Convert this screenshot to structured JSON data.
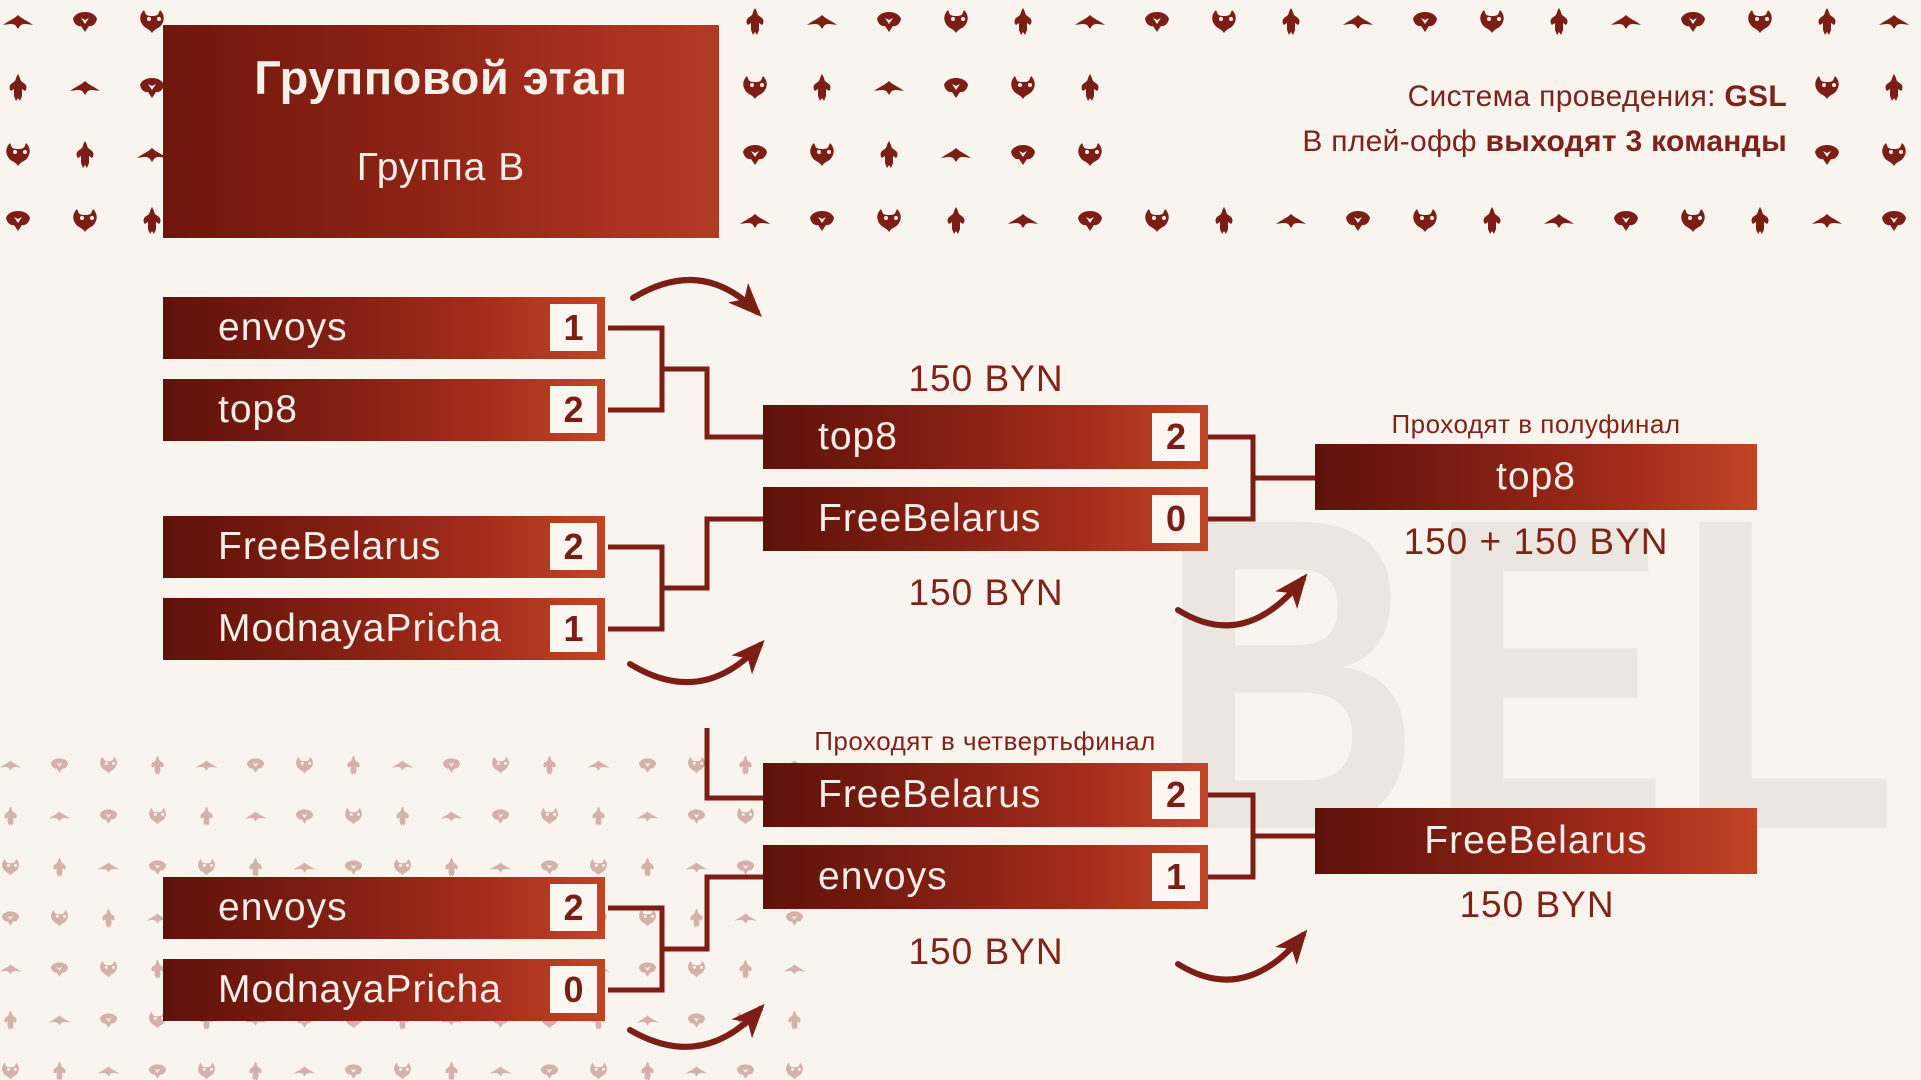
{
  "header": {
    "title": "Групповой этап",
    "group": "Группа B",
    "system_prefix": "Система проведения: ",
    "system_bold": "GSL",
    "playoff_prefix": "В плей-офф ",
    "playoff_bold": "выходят 3 команды"
  },
  "watermark": "BEL",
  "labels": {
    "to_semifinal": "Проходят в полуфинал",
    "to_quarterfinal": "Проходят в четвертьфинал"
  },
  "prizes": {
    "upper_match": "150 BYN",
    "upper_match_lower": "150 BYN",
    "semifinal_winner": "150 + 150 BYN",
    "quarterfinal_match": "150 BYN",
    "final_winner": "150 BYN"
  },
  "matches": {
    "r1_top": [
      {
        "team": "envoys",
        "score": "1"
      },
      {
        "team": "top8",
        "score": "2"
      }
    ],
    "r1_mid": [
      {
        "team": "FreeBelarus",
        "score": "2"
      },
      {
        "team": "ModnayaPricha",
        "score": "1"
      }
    ],
    "r1_bottom": [
      {
        "team": "envoys",
        "score": "2"
      },
      {
        "team": "ModnayaPricha",
        "score": "0"
      }
    ],
    "r2_upper": [
      {
        "team": "top8",
        "score": "2"
      },
      {
        "team": "FreeBelarus",
        "score": "0"
      }
    ],
    "r2_lower": [
      {
        "team": "FreeBelarus",
        "score": "2"
      },
      {
        "team": "envoys",
        "score": "1"
      }
    ],
    "winner_semifinal": "top8",
    "winner_final": "FreeBelarus"
  },
  "colors": {
    "background": "#faf4ee",
    "dark_red": "#7c1e15",
    "text_red": "#82231a",
    "bar_gradient_start": "#5e120b",
    "bar_gradient_end": "#c24527",
    "bar_text": "#f6eee7",
    "watermark": "#ece6e1"
  }
}
